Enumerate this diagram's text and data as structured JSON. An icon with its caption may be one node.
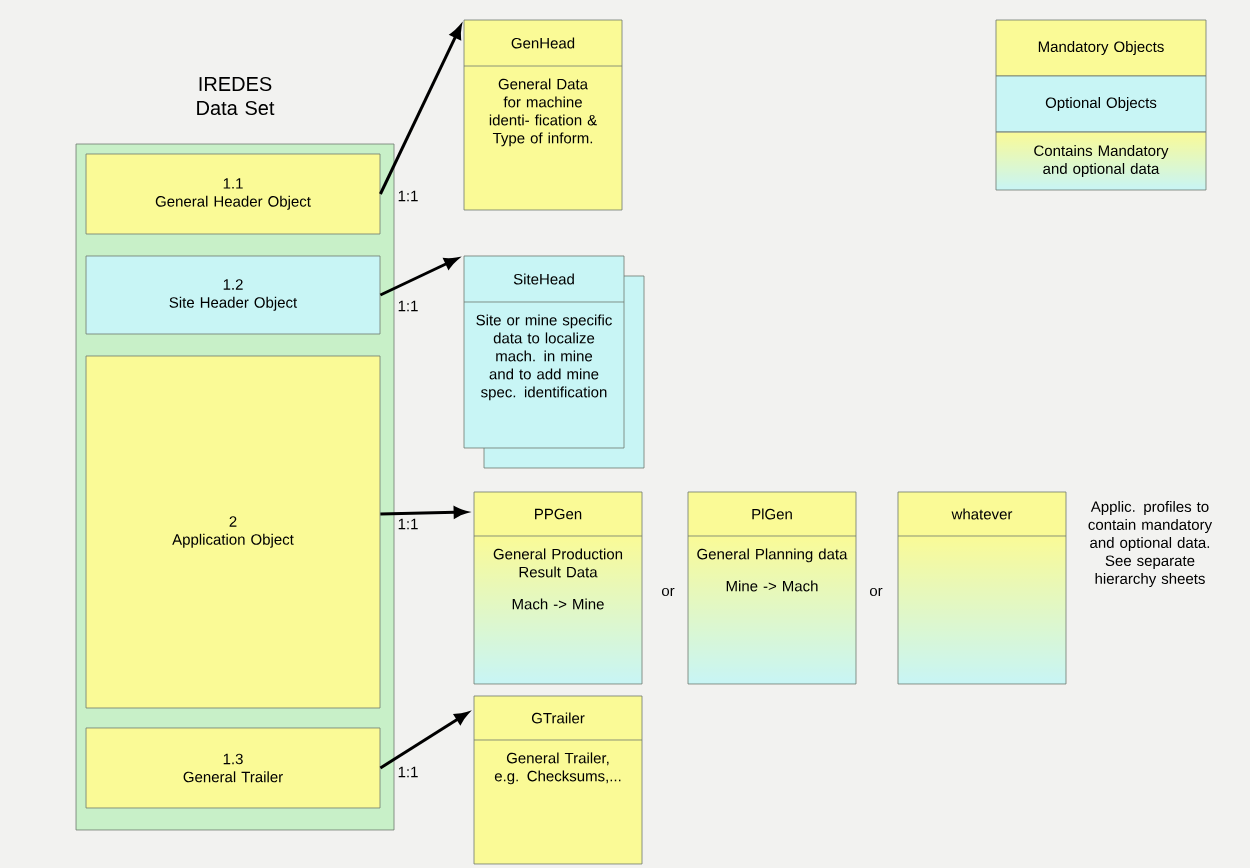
{
  "diagram": {
    "nodes": [
      {
        "text": [
          "IREDES Data Set"
        ]
      },
      {
        "text": [
          "1.1",
          "General Header Object"
        ],
        "in": 0
      },
      {
        "text": [
          "1.2",
          "Site Header Object"
        ],
        "in": 0
      },
      {
        "text": [
          "2",
          "Application Object"
        ],
        "in": 0
      },
      {
        "text": [
          "1.3",
          "General Trailer"
        ],
        "in": 0
      },
      {
        "text": [
          "GenHead",
          "General Data for machine identi- fication & Type of inform."
        ]
      },
      {
        "text": [
          "SiteHead",
          "Site or mine specific data to localize mach. in mine and to add mine spec. identification"
        ]
      },
      {
        "text": [
          "PPGen",
          "General Production Result Data",
          "Mach -> Mine"
        ]
      },
      {
        "text": [
          "PlGen",
          "General Planning data",
          "Mine -> Mach"
        ]
      },
      {
        "text": [
          "whatever"
        ]
      },
      {
        "text": [
          "GTrailer",
          "General Trailer, e.g. Checksums,..."
        ]
      }
    ],
    "edges": [
      {
        "from": 1,
        "to": 5,
        "arrow": "to",
        "label": "1:1"
      },
      {
        "from": 2,
        "to": 6,
        "arrow": "to",
        "label": "1:1"
      },
      {
        "from": 3,
        "to": 7,
        "arrow": "to",
        "label": "1:1"
      },
      {
        "from": 4,
        "to": 10,
        "arrow": "to",
        "label": "1:1"
      }
    ],
    "labels": [
      "or",
      "or",
      "Applic. profiles to contain mandatory and optional data. See separate hierarchy sheets"
    ],
    "legend": [
      {
        "text": "Mandatory Objects",
        "color": "#fafa96"
      },
      {
        "text": "Optional Objects",
        "color": "#c8f5f5"
      },
      {
        "text": "Contains Mandatory and optional data"
      }
    ]
  }
}
